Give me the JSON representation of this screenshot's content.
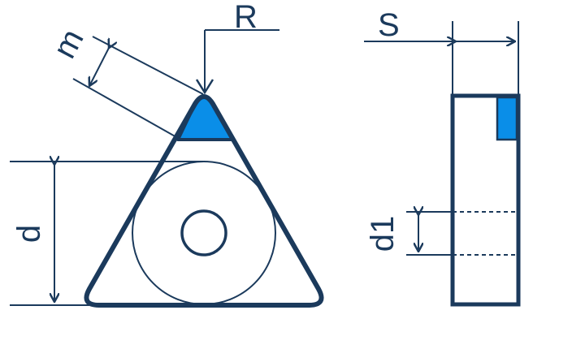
{
  "labels": {
    "R": "R",
    "m": "m",
    "d": "d",
    "S": "S",
    "d1": "d1"
  },
  "colors": {
    "outline": "#1b3a5c",
    "fill": "#0a8ee8",
    "background": "#ffffff"
  }
}
